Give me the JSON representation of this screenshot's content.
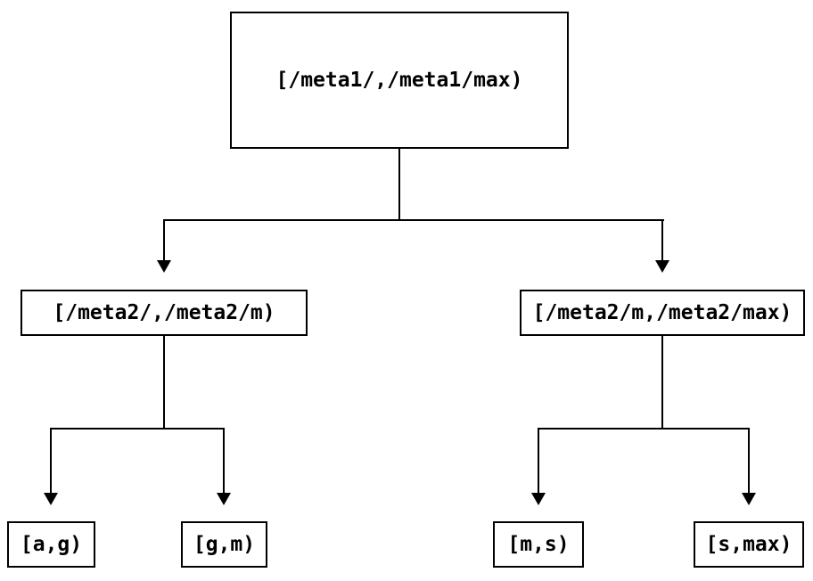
{
  "diagram": {
    "type": "tree",
    "colors": {
      "background": "#ffffff",
      "line": "#000000",
      "node_fill": "#ffffff",
      "text": "#000000"
    },
    "nodes": {
      "root": {
        "label": "[/meta1/,/meta1/max)"
      },
      "meta2_left": {
        "label": "[/meta2/,/meta2/m)"
      },
      "meta2_right": {
        "label": "[/meta2/m,/meta2/max)"
      },
      "leaf_ag": {
        "label": "[a,g)"
      },
      "leaf_gm": {
        "label": "[g,m)"
      },
      "leaf_ms": {
        "label": "[m,s)"
      },
      "leaf_smax": {
        "label": "[s,max)"
      }
    },
    "edges": [
      {
        "from": "root",
        "to": "meta2_left"
      },
      {
        "from": "root",
        "to": "meta2_right"
      },
      {
        "from": "meta2_left",
        "to": "leaf_ag"
      },
      {
        "from": "meta2_left",
        "to": "leaf_gm"
      },
      {
        "from": "meta2_right",
        "to": "leaf_ms"
      },
      {
        "from": "meta2_right",
        "to": "leaf_smax"
      }
    ]
  }
}
